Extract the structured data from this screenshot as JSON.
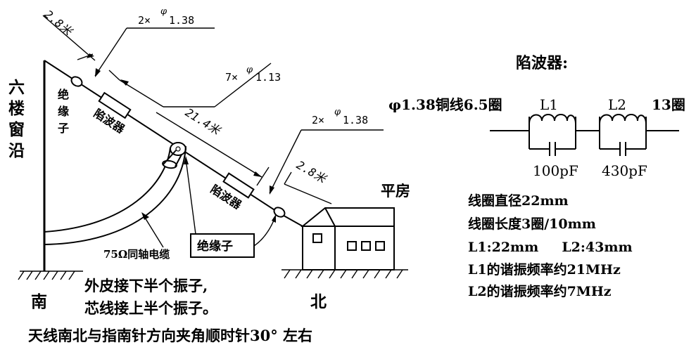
{
  "building_left": {
    "chars": [
      "六",
      "楼",
      "窗",
      "沿"
    ]
  },
  "south_label": "南",
  "north_label": "北",
  "house_label": "平房",
  "dims": {
    "top_left_len": "2.8米",
    "top_right_len": "2.8米",
    "mid_len": "21.4米",
    "wire1": {
      "prefix": "2×",
      "sym": "φ",
      "val": "1.38"
    },
    "wire2": {
      "prefix": "7×",
      "sym": "φ",
      "val": "1.13"
    },
    "wire3": {
      "prefix": "2×",
      "sym": "φ",
      "val": "1.38"
    }
  },
  "insulator_vertical": [
    "绝",
    "缘",
    "子"
  ],
  "trap_label_1": "陷波器",
  "trap_label_2": "陷波器",
  "insulator_box_label": "绝缘子",
  "coax_label": "75Ω同轴电缆",
  "notes": {
    "line1": "外皮接下半个振子,",
    "line2": "芯线接上半个振子。",
    "bottom": "天线南北与指南针方向夹角顺时针30° 左右"
  },
  "trap_panel": {
    "title": "陷波器:",
    "wire_spec": "φ1.38铜线6.5圈",
    "turns_13": "13圈",
    "l1_label": "L1",
    "l2_label": "L2",
    "c1_label": "100pF",
    "c2_label": "430pF",
    "specs": [
      "线圈直径22mm",
      "线圈长度3圈/10mm",
      "L1:22mm     L2:43mm",
      "L1的谐振频率约21MHz",
      "L2的谐振频率约7MHz"
    ]
  }
}
